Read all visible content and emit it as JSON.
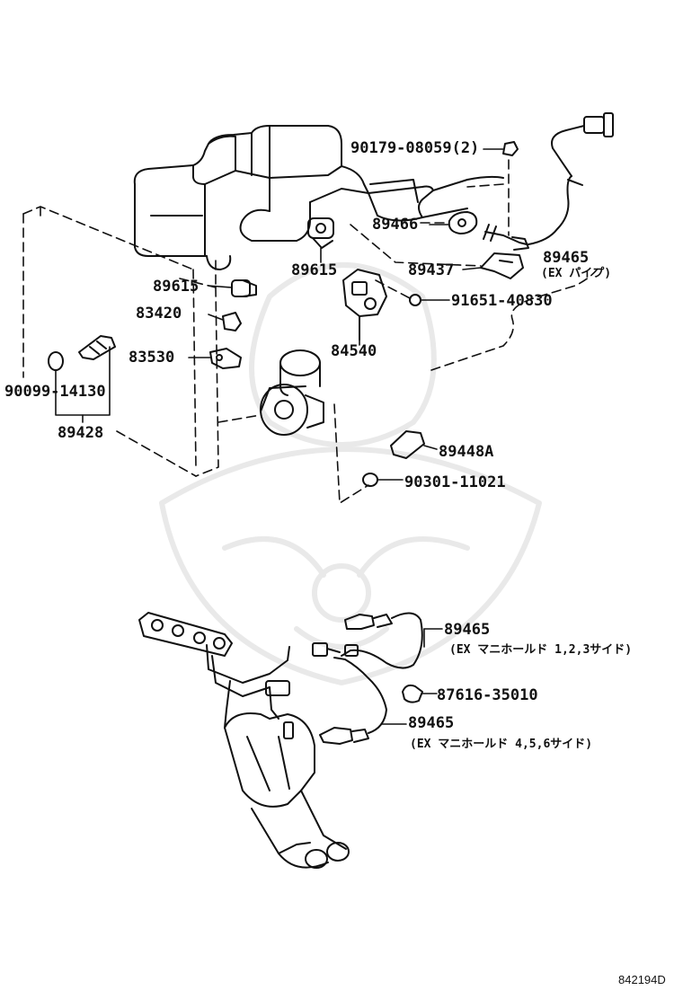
{
  "diagram_code": "842194D",
  "labels": {
    "p90179": "90179-08059(2)",
    "p89466": "89466",
    "p89465_top": "89465",
    "p89465_top_note": "(EX パイプ)",
    "p89437": "89437",
    "p89615_a": "89615",
    "p89615_b": "89615",
    "p91651": "91651-40830",
    "p83420": "83420",
    "p83530": "83530",
    "p84540": "84540",
    "p90099": "90099-14130",
    "p89428": "89428",
    "p89448A": "89448A",
    "p90301": "90301-11021",
    "p89465_mid": "89465",
    "p89465_mid_note": "(EX マニホールド 1,2,3サイド)",
    "p87616": "87616-35010",
    "p89465_low": "89465",
    "p89465_low_note": "(EX マニホールド 4,5,6サイド)"
  }
}
